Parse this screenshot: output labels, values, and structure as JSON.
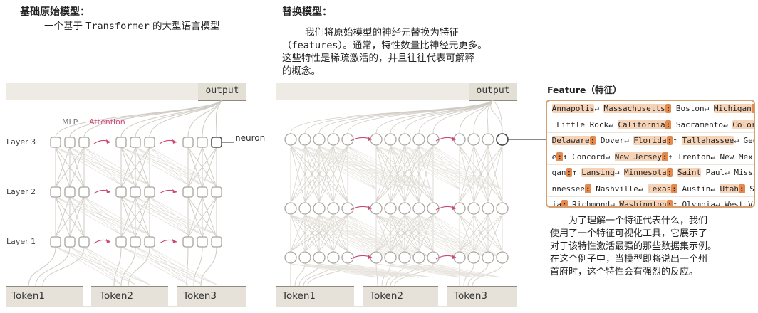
{
  "left": {
    "heading": "基础原始模型：",
    "desc_prefix": "一个基于 ",
    "desc_mono": "Transformer",
    "desc_suffix": " 的大型语言模型",
    "output_label": "output",
    "layers": [
      "Layer 1",
      "Layer 2",
      "Layer 3"
    ],
    "mlp_label": "MLP",
    "attention_label": "Attention",
    "neuron_label": "neuron",
    "tokens": [
      "Token1",
      "Token2",
      "Token3"
    ]
  },
  "right": {
    "heading": "替换模型：",
    "desc_line1": "我们将原始模型的神经元替换为特征",
    "desc_line2_mono": "（features）",
    "desc_line2_rest": "。通常，特性数量比神经元更多。",
    "desc_line3": "这些特性是稀疏激活的，并且往往代表可解释",
    "desc_line4": "的概念。",
    "output_label": "output",
    "tokens": [
      "Token1",
      "Token2",
      "Token3"
    ]
  },
  "feature": {
    "title": "Feature（特征）",
    "rows": [
      "Annapolis↵ Massachusetts: Boston↵ Michigan:",
      " Little Rock↵ California: Sacramento↵ Colora",
      "Delaware: Dover↵ Florida:↑ Tallahassee↵ Geo",
      "e:↑ Concord↵ New Jersey:↑ Trenton↵ New Mex",
      "gan:↑ Lansing↵ Minnesota: Saint Paul↵ Missis",
      "nnessee: Nashville↵ Texas: Austin↵ Utah: Salt",
      "ia: Richmond↵ Washington:↑ Olympia↵ West Vi"
    ],
    "explanation": [
      "为了理解一个特征代表什么，我们",
      "使用了一个特征可视化工具，它展示了",
      "对于该特性激活最强的那些数据集示例。",
      "在这个例子中，当模型即将说出一个州",
      "首府时，这个特性会有强烈的反应。"
    ]
  }
}
